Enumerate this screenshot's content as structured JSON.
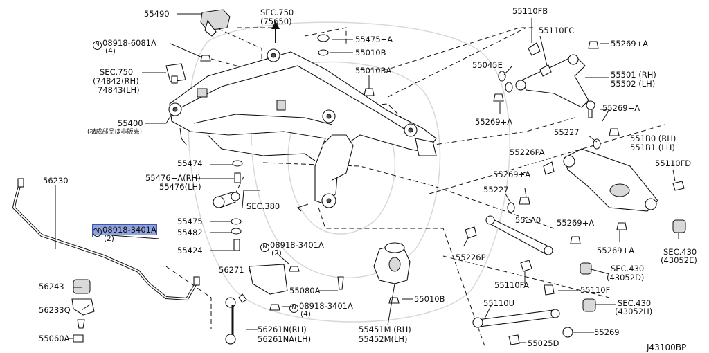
{
  "diagram": {
    "code": "J43100BP",
    "labels": {
      "p55490": "55490",
      "sec750_top": "SEC.750",
      "sec750_top_sub": "(75650)",
      "p55475a": "55475+A",
      "p55010b_top": "55010B",
      "n08918_6081a": "08918-6081A",
      "n08918_6081a_qty": "(4)",
      "sec750_mid": "SEC.750",
      "sec750_rh": "(74842(RH)",
      "sec750_lh": "74843(LH)",
      "p55010ba": "55010BA",
      "p55400": "55400",
      "p55400_note": "(構成部品は非販売)",
      "p55110fb": "55110FB",
      "p55110fc": "55110FC",
      "p55269a_1": "55269+A",
      "p55045e": "55045E",
      "p55501": "55501 (RH)",
      "p55502": "55502 (LH)",
      "p55269a_2": "55269+A",
      "p55269a_3": "55269+A",
      "p55227_top": "55227",
      "p551b0": "551B0 (RH)",
      "p551b1": "551B1 (LH)",
      "p55226pa": "55226PA",
      "p55110fd": "55110FD",
      "p55269a_4": "55269+A",
      "p55227_mid": "55227",
      "p56230": "56230",
      "p55474": "55474",
      "p55476a_rh": "55476+A(RH)",
      "p55476_lh": "55476(LH)",
      "sec380": "SEC.380",
      "p55475": "55475",
      "p55482": "55482",
      "n08918_3401a_hl": "08918-3401A",
      "n08918_3401a_hl_qty": "(2)",
      "p55424": "55424",
      "n08918_3401a_mid": "08918-3401A",
      "n08918_3401a_mid_qty": "(2)",
      "p551a0": "551A0",
      "p55269a_5": "55269+A",
      "p55269a_6": "55269+A",
      "p55226p": "55226P",
      "sec430_r": "SEC.430",
      "sec430_r_sub": "(43052E)",
      "p56271": "56271",
      "p55080a": "55080A",
      "p55010b_bot": "55010B",
      "sec430_d": "SEC.430",
      "sec430_d_sub": "(43052D)",
      "p55110fa": "55110FA",
      "p56243": "56243",
      "p55110f": "55110F",
      "p56233q": "56233Q",
      "n08918_3401a_bot": "08918-3401A",
      "n08918_3401a_bot_qty": "(4)",
      "p55110u": "55110U",
      "sec430_h": "SEC.430",
      "sec430_h_sub": "(43052H)",
      "p56261n": "56261N(RH)",
      "p56261na": "56261NA(LH)",
      "p55451m": "55451M (RH)",
      "p55452m": "55452M(LH)",
      "p55269_bot": "55269",
      "p55060a": "55060A",
      "p55025d": "55025D",
      "n_symbol": "N"
    }
  }
}
